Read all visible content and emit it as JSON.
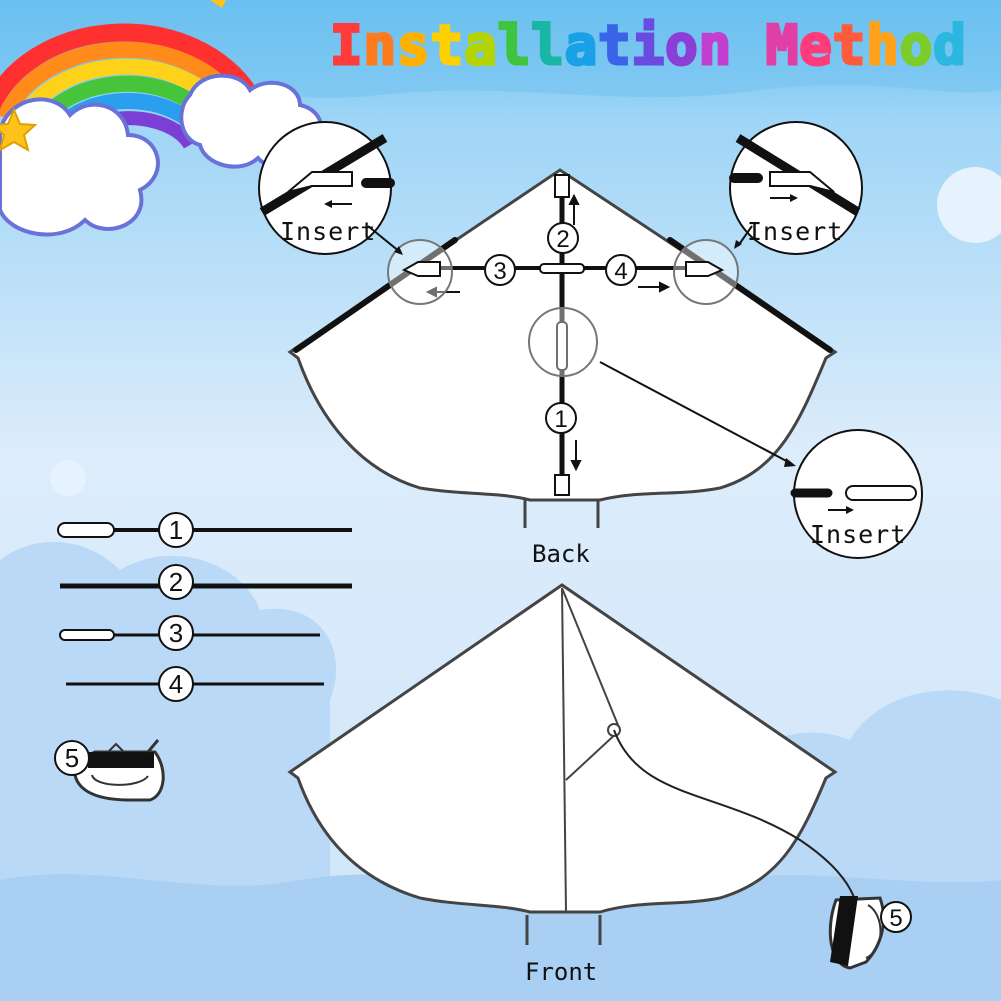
{
  "title": "Installation Method",
  "title_colors": [
    "#ff3b3b",
    "#ff7a1a",
    "#ffb000",
    "#ffd000",
    "#b6d400",
    "#3fc43f",
    "#19b6a6",
    "#1aa0e6",
    "#3a63e8",
    "#6a4be0",
    "#8b3fd6",
    "#c23fd0",
    "#e03fa5",
    "#ff3b7a",
    "#ff5a3b",
    "#ffa11a",
    "#7ccd2c",
    "#2cb7e0",
    "#5a5aea"
  ],
  "labels": {
    "back": "Back",
    "front": "Front",
    "insert_left": "Insert",
    "insert_right": "Insert",
    "insert_center": "Insert"
  },
  "step_numbers": {
    "back_spine_lower": "1",
    "back_spine_upper": "2",
    "back_left_spar": "3",
    "back_right_spar": "4",
    "front_handle": "5"
  },
  "parts": [
    {
      "number": "1"
    },
    {
      "number": "2"
    },
    {
      "number": "3"
    },
    {
      "number": "4"
    },
    {
      "number": "5"
    }
  ],
  "colors": {
    "sky_top": "#6ec4f0",
    "sky_bottom": "#d9ecfb",
    "cloud": "#bcdcf6",
    "kite_fill": "#ffffff",
    "line": "#111111"
  }
}
